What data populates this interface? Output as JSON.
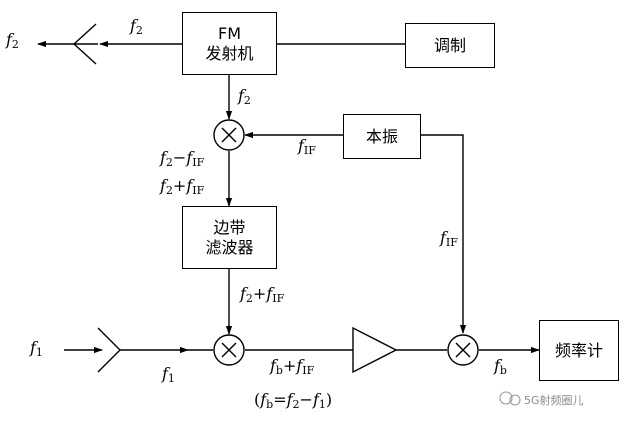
{
  "blocks": {
    "fm_transmitter": {
      "line1": "FM",
      "line2": "发射机"
    },
    "modulation": "调制",
    "local_oscillator": "本振",
    "sideband_filter": {
      "line1": "边带",
      "line2": "滤波器"
    },
    "frequency_counter": "频率计"
  },
  "labels": {
    "tx_antenna_f2": {
      "v": "f",
      "sub": "2"
    },
    "tx_line_f2": {
      "v": "f",
      "sub": "2"
    },
    "tx_to_mixer_f2": {
      "v": "f",
      "sub": "2"
    },
    "lo_fif": {
      "v": "f",
      "sub": "IF"
    },
    "mixer_diff": {
      "a": "f",
      "asub": "2",
      "op": "−",
      "b": "f",
      "bsub": "IF"
    },
    "mixer_sum": {
      "a": "f",
      "asub": "2",
      "op": "+",
      "b": "f",
      "bsub": "IF"
    },
    "lo_right_fif": {
      "v": "f",
      "sub": "IF"
    },
    "filter_out": {
      "a": "f",
      "asub": "2",
      "op": "+",
      "b": "f",
      "bsub": "IF"
    },
    "rx_antenna_f1": {
      "v": "f",
      "sub": "1"
    },
    "rx_line_f1": {
      "v": "f",
      "sub": "1"
    },
    "mixer2_out": {
      "a": "f",
      "asub": "b",
      "op": "+",
      "b": "f",
      "bsub": "IF"
    },
    "relation": {
      "open": "(",
      "a": "f",
      "asub": "b",
      "eq": "=",
      "b": "f",
      "bsub": "2",
      "op": "−",
      "c": "f",
      "csub": "1",
      "close": ")"
    },
    "counter_in_fb": {
      "v": "f",
      "sub": "b"
    }
  },
  "watermark": "5G射频圈儿",
  "colors": {
    "line": "#000000",
    "watermark": "#8a8a8a"
  }
}
